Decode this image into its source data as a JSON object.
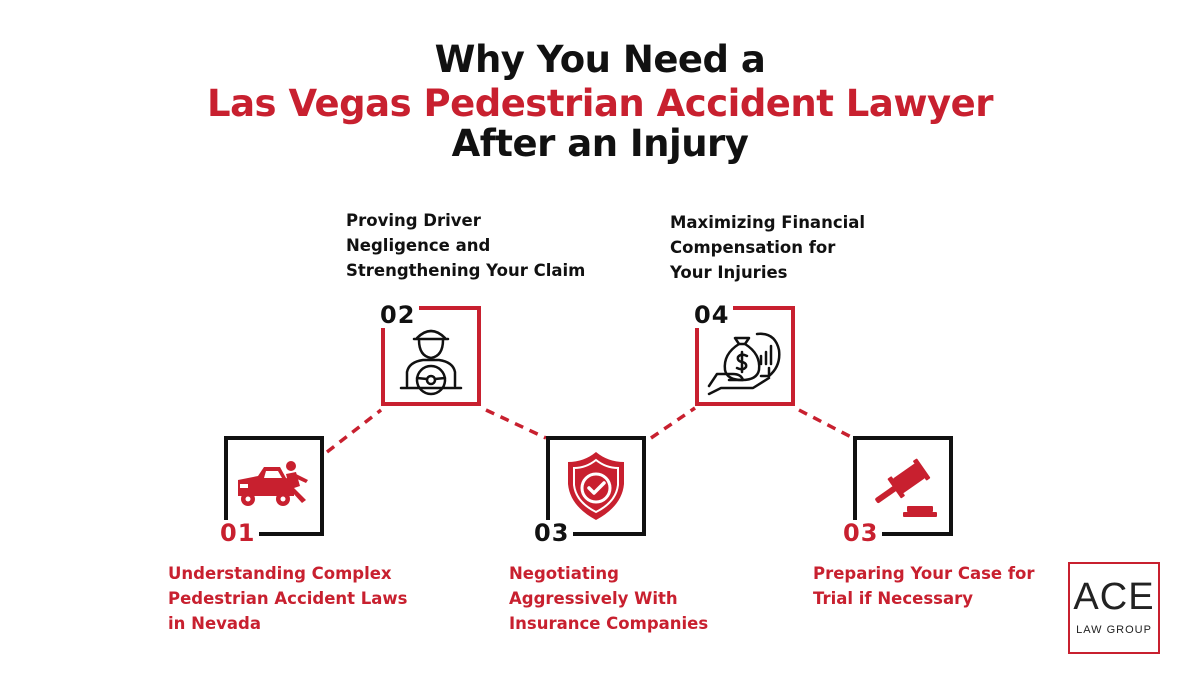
{
  "header": {
    "line1": "Why You Need a",
    "line2": "Las Vegas Pedestrian Accident Lawyer",
    "line3": "After an Injury"
  },
  "colors": {
    "accent": "#c8202f",
    "dark": "#111111",
    "background": "#ffffff"
  },
  "steps": [
    {
      "number": "01",
      "label": "Understanding Complex\nPedestrian Accident Laws\nin Nevada",
      "icon": "car-accident-pedestrian-icon"
    },
    {
      "number": "02",
      "label": "Proving Driver\nNegligence and\nStrengthening Your Claim",
      "icon": "driver-steering-wheel-icon"
    },
    {
      "number": "03",
      "label": "Negotiating\nAggressively With\nInsurance Companies",
      "icon": "shield-check-icon"
    },
    {
      "number": "04",
      "label": "Maximizing Financial\nCompensation for\nYour Injuries",
      "icon": "money-bag-hand-icon"
    },
    {
      "number": "03",
      "label": "Preparing Your Case for\nTrial if Necessary",
      "icon": "gavel-icon"
    }
  ],
  "logo": {
    "main": "ACE",
    "sub": "LAW GROUP"
  }
}
